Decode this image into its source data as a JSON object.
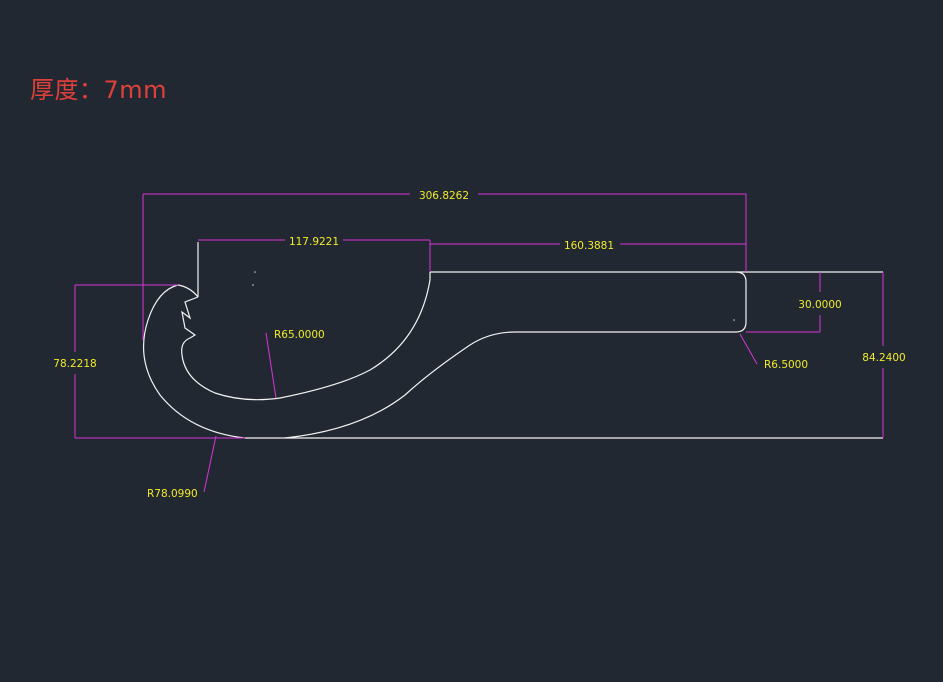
{
  "thickness_label": "厚度：7mm",
  "colors": {
    "background": "#222831",
    "outline": "#f2f2f2",
    "dimension_line": "#d635d6",
    "dimension_text": "#f2ea2a",
    "note_text": "#e0403a"
  },
  "dimensions": {
    "overall_width": "306.8262",
    "upper_left_width": "117.9221",
    "upper_right_width": "160.3881",
    "slot_height": "30.0000",
    "left_height": "78.2218",
    "right_height": "84.2400",
    "inner_radius": "R65.0000",
    "corner_radius": "R6.5000",
    "outer_radius": "R78.0990"
  }
}
